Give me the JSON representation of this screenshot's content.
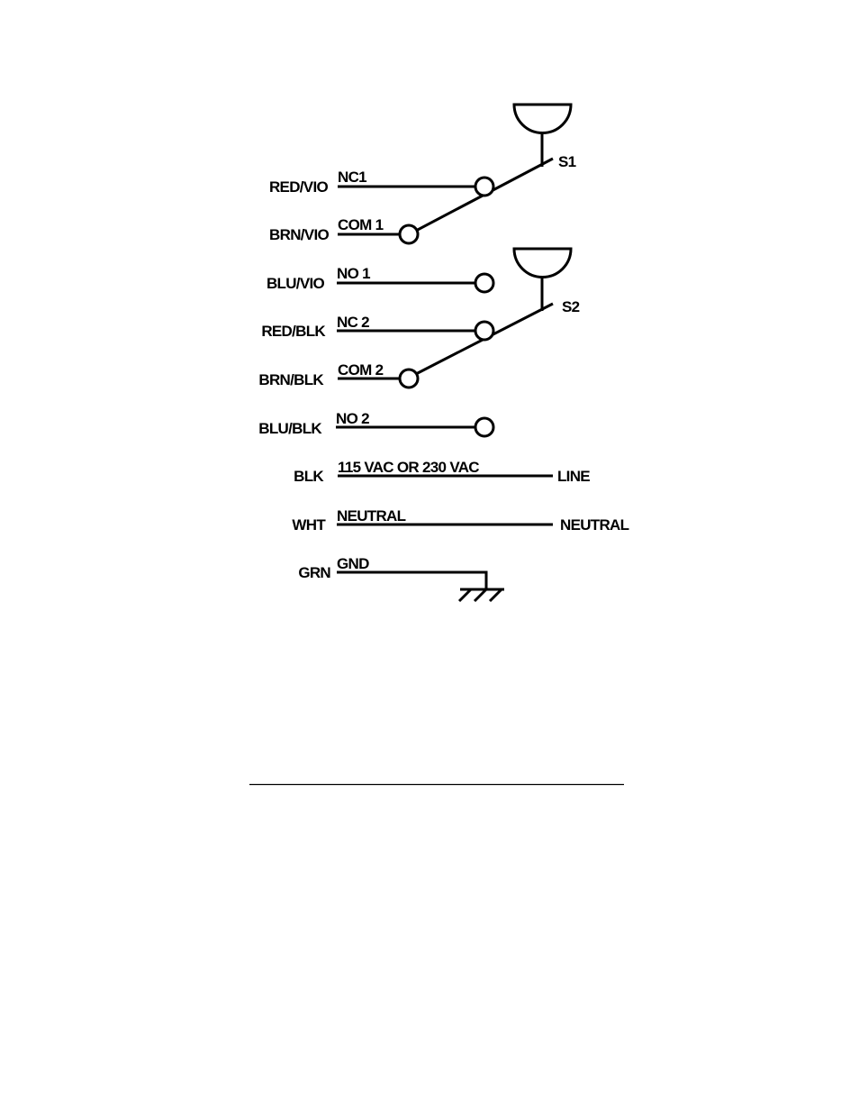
{
  "switches": [
    {
      "name": "S1"
    },
    {
      "name": "S2"
    }
  ],
  "wires": [
    {
      "color": "RED/VIO",
      "function": "NC1"
    },
    {
      "color": "BRN/VIO",
      "function": "COM 1"
    },
    {
      "color": "BLU/VIO",
      "function": "NO 1"
    },
    {
      "color": "RED/BLK",
      "function": "NC 2"
    },
    {
      "color": "BRN/BLK",
      "function": "COM 2"
    },
    {
      "color": "BLU/BLK",
      "function": "NO 2"
    },
    {
      "color": "BLK",
      "function": "115 VAC OR 230 VAC",
      "destination": "LINE"
    },
    {
      "color": "WHT",
      "function": "NEUTRAL",
      "destination": "NEUTRAL"
    },
    {
      "color": "GRN",
      "function": "GND"
    }
  ]
}
